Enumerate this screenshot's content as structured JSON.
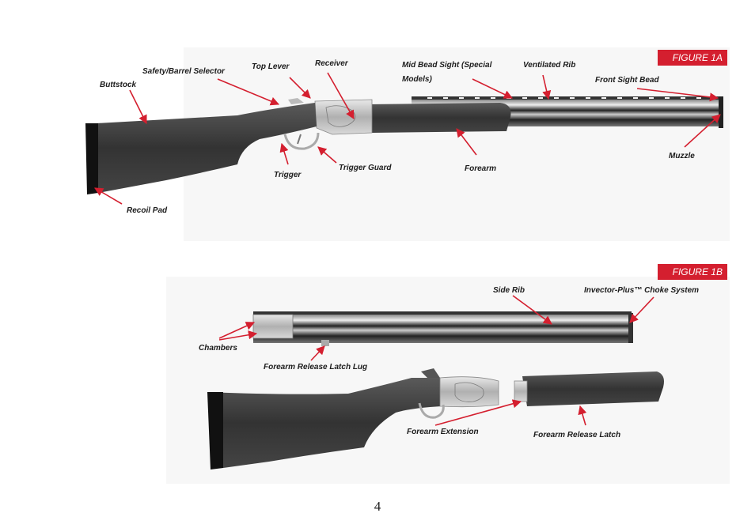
{
  "figure1a": {
    "tag": "FIGURE 1A",
    "labels": {
      "buttstock": "Buttstock",
      "safety": "Safety/Barrel Selector",
      "top_lever": "Top Lever",
      "receiver": "Receiver",
      "mid_bead": "Mid Bead Sight (Special",
      "mid_bead_2": "Models)",
      "vent_rib": "Ventilated Rib",
      "front_bead": "Front Sight Bead",
      "muzzle": "Muzzle",
      "forearm": "Forearm",
      "trigger_guard": "Trigger Guard",
      "trigger": "Trigger",
      "recoil_pad": "Recoil Pad"
    }
  },
  "figure1b": {
    "tag": "FIGURE 1B",
    "labels": {
      "side_rib": "Side Rib",
      "choke": "Invector-Plus™ Choke System",
      "chambers": "Chambers",
      "latch_lug": "Forearm Release Latch Lug",
      "extension": "Forearm Extension",
      "release_latch": "Forearm Release Latch"
    }
  },
  "page_number": "4",
  "colors": {
    "accent": "#d41f2f",
    "wood": "#3a3a3a",
    "metal": "#9a9a9a"
  }
}
